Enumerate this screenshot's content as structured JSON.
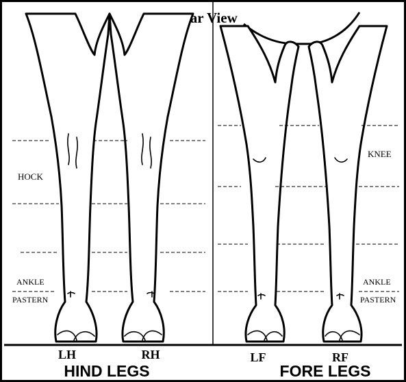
{
  "title": "Rear View",
  "hind": {
    "heading": "HIND LEGS",
    "left_label": "LH",
    "right_label": "RH",
    "zones": {
      "hock": "HOCK",
      "ankle": "ANKLE",
      "pastern": "PASTERN"
    }
  },
  "fore": {
    "heading": "FORE LEGS",
    "left_label": "LF",
    "right_label": "RF",
    "zones": {
      "knee": "KNEE",
      "ankle": "ANKLE",
      "pastern": "PASTERN"
    }
  }
}
